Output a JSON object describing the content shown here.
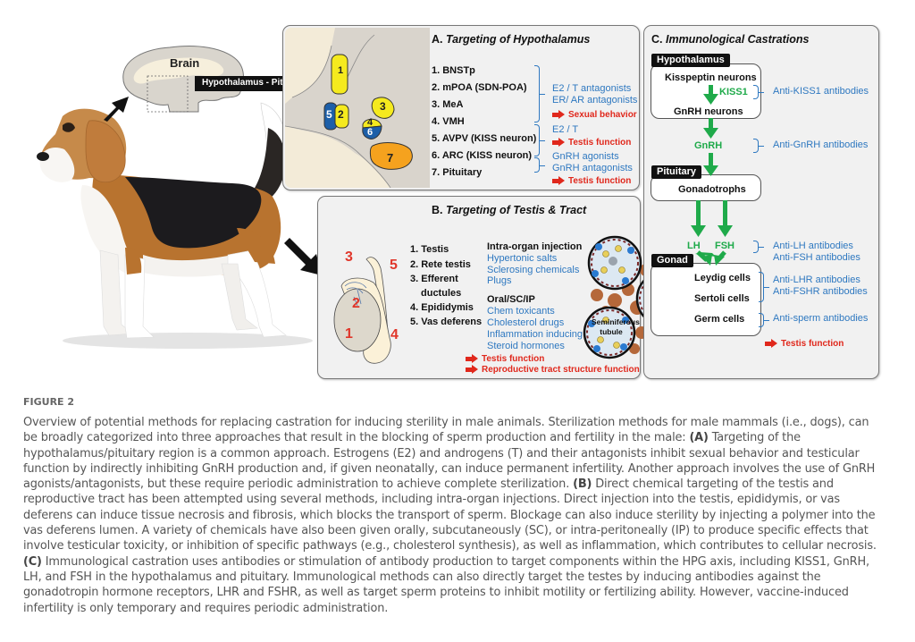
{
  "figure": {
    "label": "FIGURE 2",
    "caption_lines": [
      [
        {
          "t": "Overview of potential methods for replacing castration for inducing sterility in male animals. Sterilization methods for male mammals (i.e., dogs), can"
        }
      ],
      [
        {
          "t": "be broadly categorized into three approaches that result in the blocking of sperm production and fertility in the male: "
        },
        {
          "b": "(A)"
        },
        {
          "t": " Targeting of the"
        }
      ],
      [
        {
          "t": "hypothalamus/pituitary region is a common approach. Estrogens (E2) and androgens (T) and their antagonists inhibit sexual behavior and testicular"
        }
      ],
      [
        {
          "t": "function by indirectly inhibiting GnRH production and, if given neonatally, can induce permanent infertility. Another approach involves the use of GnRH"
        }
      ],
      [
        {
          "t": "agonists/antagonists, but these require periodic administration to achieve complete sterilization. "
        },
        {
          "b": "(B)"
        },
        {
          "t": " Direct chemical targeting of the testis and"
        }
      ],
      [
        {
          "t": "reproductive tract has been attempted using several methods, including intra-organ injections. Direct injection into the testis, epididymis, or vas"
        }
      ],
      [
        {
          "t": "deferens can induce tissue necrosis and fibrosis, which blocks the transport of sperm. Blockage can also induce sterility by injecting a polymer into the"
        }
      ],
      [
        {
          "t": "vas deferens lumen. A variety of chemicals have also been given orally, subcutaneously (SC), or intra-peritoneally (IP) to produce specific effects that"
        }
      ],
      [
        {
          "t": "involve testicular toxicity, or inhibition of specific pathways (e.g., cholesterol synthesis), as well as inflammation, which contributes to cellular necrosis."
        }
      ],
      [
        {
          "b": "(C)"
        },
        {
          "t": " Immunological castration uses antibodies or stimulation of antibody production to target components within the HPG axis, including KISS1, GnRH,"
        }
      ],
      [
        {
          "t": "LH, and FSH in the hypothalamus and pituitary. Immunological methods can also directly target the testes by inducing antibodies against the"
        }
      ],
      [
        {
          "t": "gonadotropin hormone receptors, LHR and FSHR, as well as target sperm proteins to inhibit motility or fertilizing ability. However, vaccine-induced"
        }
      ],
      [
        {
          "t": "infertility is only temporary and requires periodic administration."
        }
      ]
    ]
  },
  "brain": {
    "label": "Brain",
    "arrow_label": "Hypothalamus - Pituitary"
  },
  "panel_a": {
    "title_prefix": "A. ",
    "title": "Targeting of Hypothalamus",
    "region_numbers": [
      "1",
      "2",
      "3",
      "4",
      "5",
      "6",
      "7"
    ],
    "regions": [
      "1. BNSTp",
      "2. mPOA (SDN-POA)",
      "3. MeA",
      "4. VMH",
      "5. AVPV (KISS neuron)",
      "6. ARC (KISS neuron)",
      "7. Pituitary"
    ],
    "group1": {
      "treatments": [
        "E2 / T antagonists",
        "ER/ AR antagonists"
      ],
      "effect": "Sexual behavior"
    },
    "group2": {
      "treatments": [
        "E2 / T"
      ],
      "effect": "Testis function"
    },
    "group3": {
      "treatments": [
        "GnRH agonists",
        "GnRH antagonists"
      ],
      "effect": "Testis function"
    }
  },
  "panel_b": {
    "title_prefix": "B. ",
    "title": "Targeting of Testis & Tract",
    "diagram_numbers": [
      "1",
      "2",
      "3",
      "4",
      "5"
    ],
    "structures": [
      "1. Testis",
      "2. Rete testis",
      "3. Efferent",
      "ductules",
      "4. Epididymis",
      "5. Vas deferens"
    ],
    "intra_organ": {
      "heading": "Intra-organ injection",
      "items": [
        "Hypertonic salts",
        "Sclerosing chemicals",
        "Plugs"
      ]
    },
    "oral": {
      "heading": "Oral/SC/IP",
      "items": [
        "Chem toxicants",
        "Cholesterol drugs",
        "Inflammation inducing",
        "Steroid hormones"
      ]
    },
    "effects": [
      "Testis function",
      "Reproductive tract structure function"
    ],
    "tubule_label_1": "Seminiferous",
    "tubule_label_2": "tubule"
  },
  "panel_c": {
    "title_prefix": "C. ",
    "title": "Immunological Castrations",
    "hypothalamus_tag": "Hypothalamus",
    "kisspeptin": "Kisspeptin neurons",
    "kiss1": "KISS1",
    "gnrh_neurons": "GnRH neurons",
    "gnrh": "GnRH",
    "pituitary_tag": "Pituitary",
    "gonadotrophs": "Gonadotrophs",
    "lh": "LH",
    "fsh": "FSH",
    "gonad_tag": "Gonad",
    "cells": [
      "Leydig cells",
      "Sertoli cells",
      "Germ cells"
    ],
    "antibodies": {
      "kiss1": "Anti-KISS1 antibodies",
      "gnrh": "Anti-GnRH antibodies",
      "lh": "Anti-LH antibodies",
      "fsh": "Anti-FSH antibodies",
      "lhr": "Anti-LHR antibodies",
      "fshr": "Anti-FSHR antibodies",
      "sperm": "Anti-sperm antibodies"
    },
    "effect": "Testis function"
  },
  "colors": {
    "antibody_blue": "#2e78c0",
    "effect_red": "#e0281c",
    "hormone_green": "#1faa4a"
  }
}
